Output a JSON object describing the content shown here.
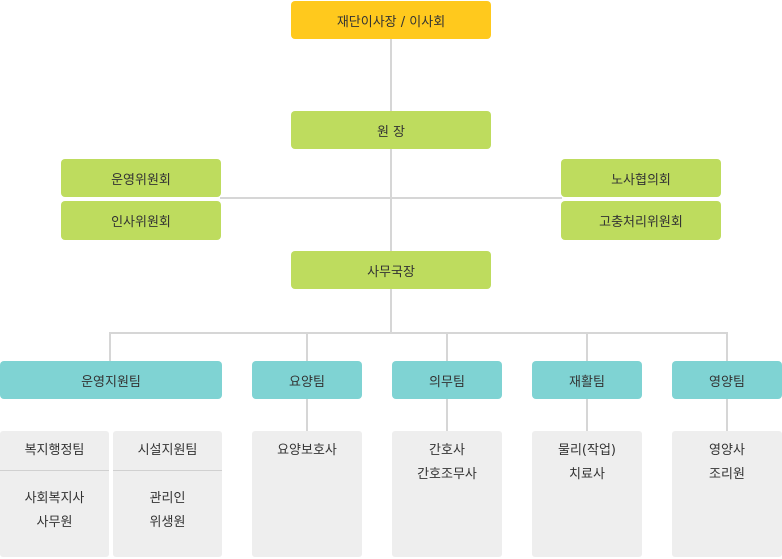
{
  "top": "재단이사장 / 이사회",
  "director": "원 장",
  "left_committees": [
    "운영위원회",
    "인사위원회"
  ],
  "right_committees": [
    "노사협의회",
    "고충처리위원회"
  ],
  "secretary": "사무국장",
  "teams": [
    "운영지원팀",
    "요양팀",
    "의무팀",
    "재활팀",
    "영양팀"
  ],
  "ops_sub": {
    "welfare_title": "복지행정팀",
    "welfare_staff": [
      "사회복지사",
      "사무원"
    ],
    "facility_title": "시설지원팀",
    "facility_staff": [
      "관리인",
      "위생원"
    ]
  },
  "care_staff": [
    "요양보호사"
  ],
  "medical_staff": [
    "간호사",
    "간호조무사"
  ],
  "rehab_staff": [
    "물리(작업)",
    "치료사"
  ],
  "nutrition_staff": [
    "영양사",
    "조리원"
  ]
}
